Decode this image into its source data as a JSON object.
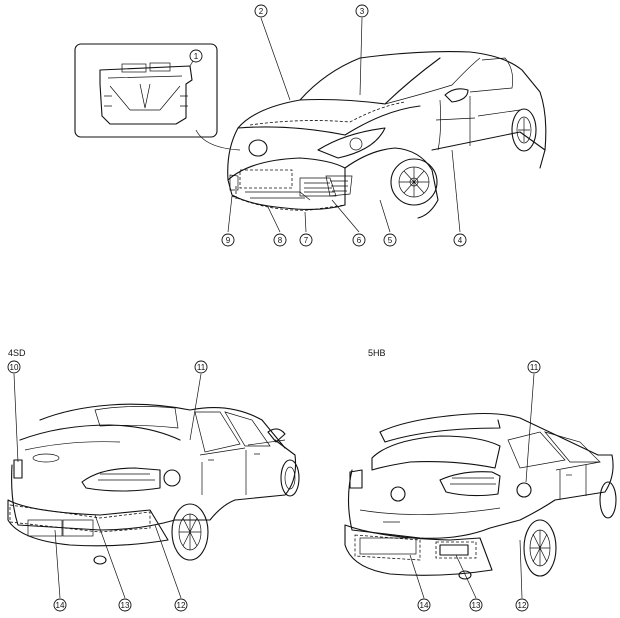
{
  "variant_labels": {
    "sedan": "4SD",
    "hatchback": "5HB"
  },
  "callouts": {
    "c1": "1",
    "c2": "2",
    "c3": "3",
    "c4": "4",
    "c5": "5",
    "c6": "6",
    "c7": "7",
    "c8": "8",
    "c9": "9",
    "c10": "10",
    "c11_sedan": "11",
    "c11_hatch": "11",
    "c12_sedan": "12",
    "c12_hatch": "12",
    "c13_sedan": "13",
    "c13_hatch": "13",
    "c14_sedan": "14",
    "c14_hatch": "14"
  }
}
